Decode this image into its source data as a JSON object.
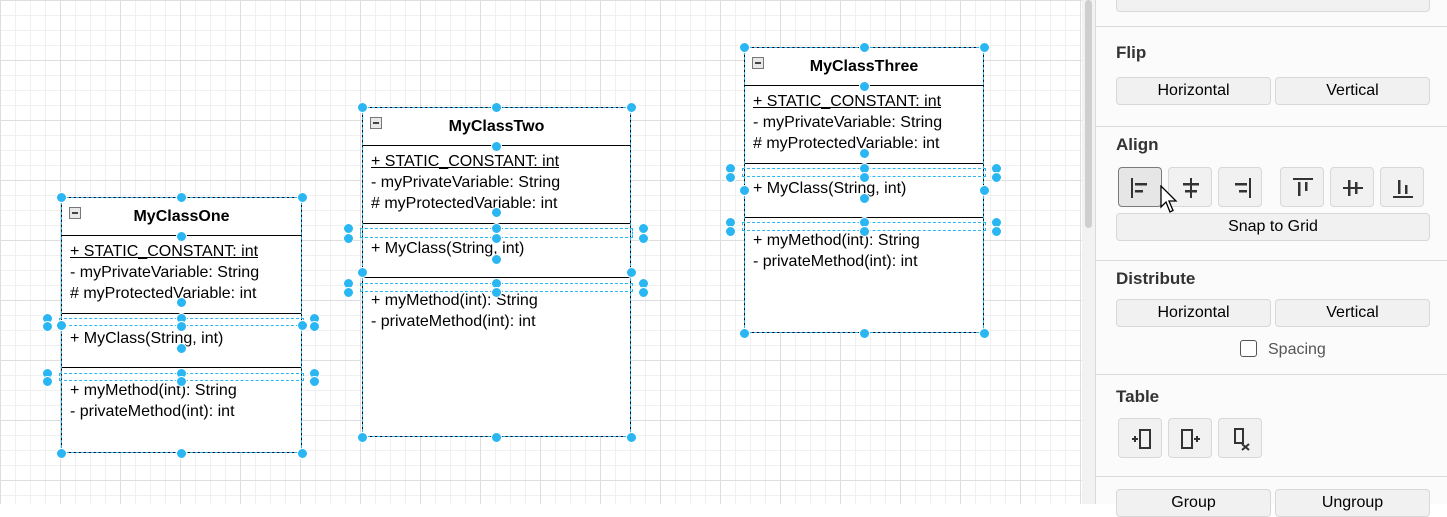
{
  "classes": [
    {
      "id": "one",
      "name": "MyClassOne",
      "attributes": [
        "+ STATIC_CONSTANT: int",
        "-  myPrivateVariable: String",
        "# myProtectedVariable: int"
      ],
      "constructors": [
        "+ MyClass(String, int)"
      ],
      "methods": [
        "+ myMethod(int): String",
        "-  privateMethod(int): int"
      ]
    },
    {
      "id": "two",
      "name": "MyClassTwo",
      "attributes": [
        "+ STATIC_CONSTANT: int",
        "-  myPrivateVariable: String",
        "# myProtectedVariable: int"
      ],
      "constructors": [
        "+ MyClass(String, int)"
      ],
      "methods": [
        "+ myMethod(int): String",
        "-  privateMethod(int): int"
      ]
    },
    {
      "id": "three",
      "name": "MyClassThree",
      "attributes": [
        "+ STATIC_CONSTANT: int",
        "-  myPrivateVariable: String",
        "# myProtectedVariable: int"
      ],
      "constructors": [
        "+ MyClass(String, int)"
      ],
      "methods": [
        "+ myMethod(int): String",
        "-  privateMethod(int): int"
      ]
    }
  ],
  "panel": {
    "flip": {
      "title": "Flip",
      "horizontal": "Horizontal",
      "vertical": "Vertical"
    },
    "align": {
      "title": "Align",
      "buttons": [
        "align-left-icon",
        "align-center-icon",
        "align-right-icon",
        "align-top-icon",
        "align-middle-icon",
        "align-bottom-icon"
      ],
      "snap": "Snap to Grid"
    },
    "distribute": {
      "title": "Distribute",
      "horizontal": "Horizontal",
      "vertical": "Vertical",
      "spacing": "Spacing"
    },
    "table": {
      "title": "Table",
      "buttons": [
        "insert-column-left-icon",
        "insert-column-right-icon",
        "delete-column-icon"
      ]
    },
    "group": {
      "group": "Group",
      "ungroup": "Ungroup"
    }
  },
  "colors": {
    "selection": "#29b6f2",
    "grid": "#dedede",
    "panel_bg": "#fbfbfb"
  }
}
